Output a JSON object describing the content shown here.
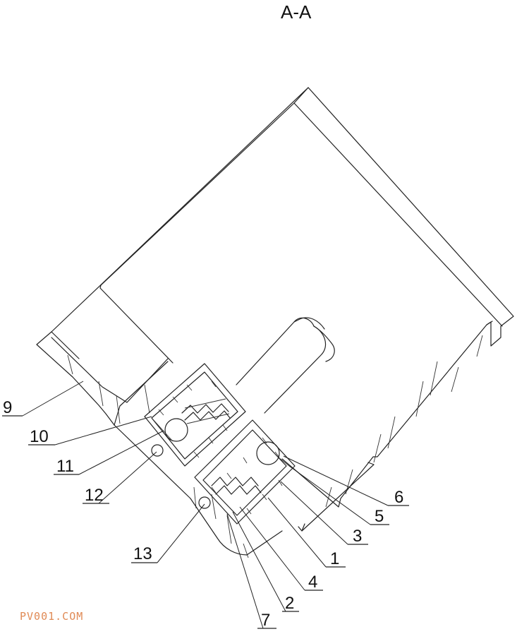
{
  "view_title": "A-A",
  "watermark": "PV001.COM",
  "part_labels": [
    {
      "key": "9",
      "text": "9"
    },
    {
      "key": "10",
      "text": "10"
    },
    {
      "key": "11",
      "text": "11"
    },
    {
      "key": "12",
      "text": "12"
    },
    {
      "key": "13",
      "text": "13"
    },
    {
      "key": "6",
      "text": "6"
    },
    {
      "key": "5",
      "text": "5"
    },
    {
      "key": "3",
      "text": "3"
    },
    {
      "key": "1",
      "text": "1"
    },
    {
      "key": "4",
      "text": "4"
    },
    {
      "key": "2",
      "text": "2"
    },
    {
      "key": "7",
      "text": "7"
    }
  ]
}
